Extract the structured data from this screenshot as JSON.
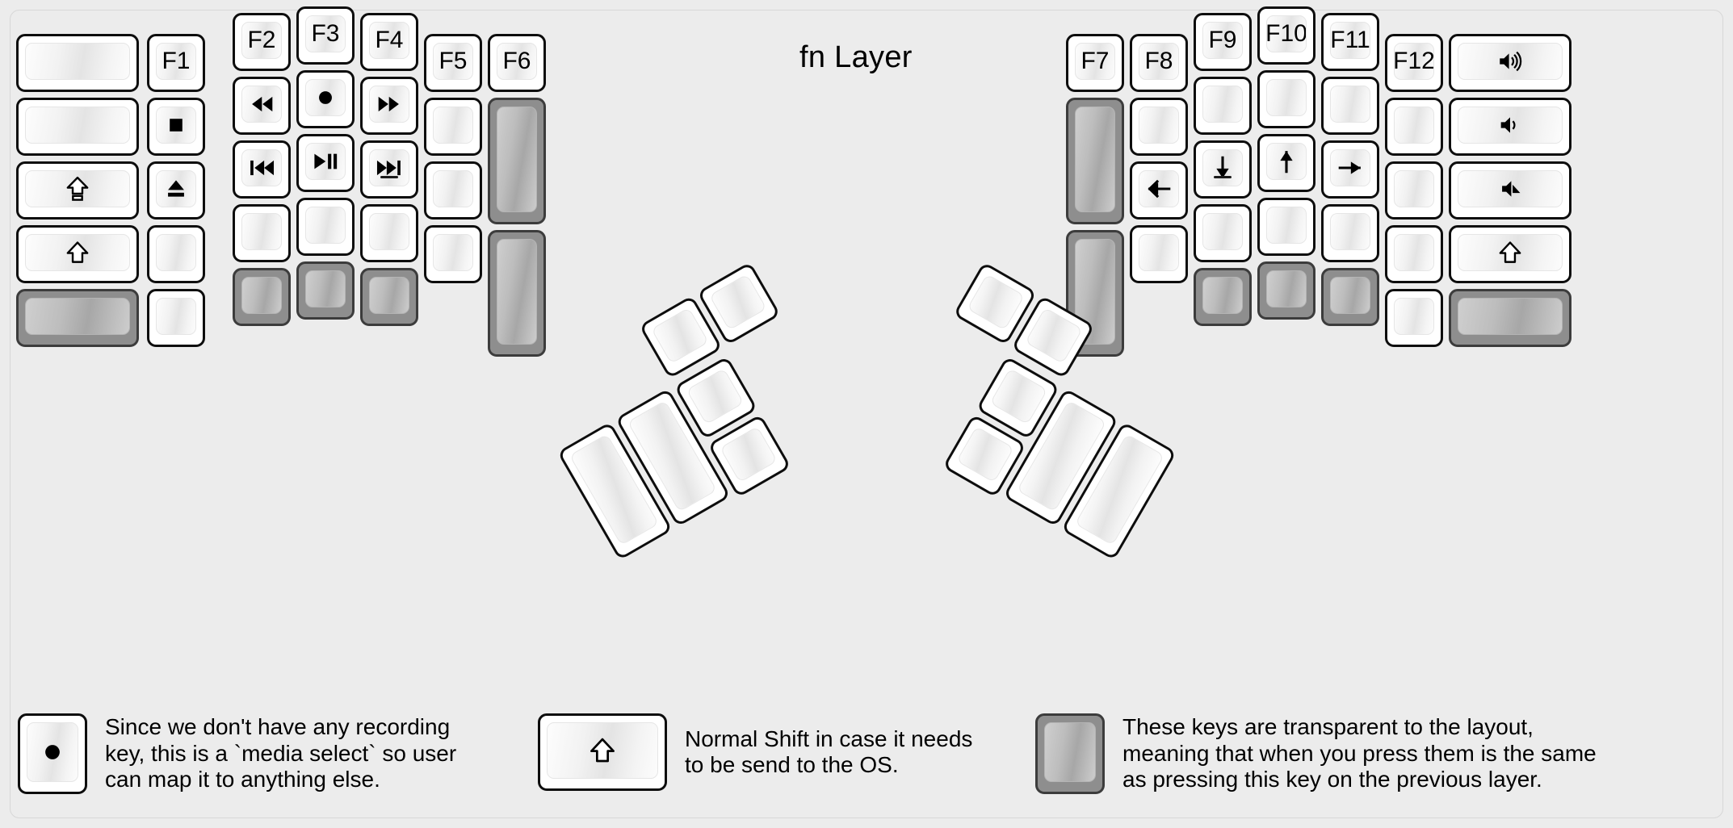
{
  "page": {
    "title": "fn Layer",
    "background_color": "#ececec",
    "key_fill": "#ffffff",
    "transparent_key_fill": "#9a9a9a",
    "outline_color": "#0d0d0d"
  },
  "left_half": {
    "columns": [
      {
        "name": "col-pinky-outer",
        "keys": [
          {
            "label": "",
            "icon": "",
            "type": "normal"
          },
          {
            "label": "",
            "icon": "",
            "type": "normal"
          },
          {
            "label": "",
            "icon": "caps-lock-icon",
            "type": "normal"
          },
          {
            "label": "",
            "icon": "shift-icon",
            "type": "normal"
          },
          {
            "label": "",
            "icon": "",
            "type": "transparent"
          }
        ]
      },
      {
        "name": "col-pinky",
        "keys": [
          {
            "label": "F1",
            "icon": "",
            "type": "normal"
          },
          {
            "label": "",
            "icon": "media-stop-icon",
            "type": "normal"
          },
          {
            "label": "",
            "icon": "media-eject-icon",
            "type": "normal"
          },
          {
            "label": "",
            "icon": "",
            "type": "normal"
          },
          {
            "label": "",
            "icon": "",
            "type": "normal"
          }
        ]
      },
      {
        "name": "col-ring",
        "keys": [
          {
            "label": "F2",
            "icon": "",
            "type": "normal"
          },
          {
            "label": "",
            "icon": "media-rewind-icon",
            "type": "normal"
          },
          {
            "label": "",
            "icon": "media-previous-icon",
            "type": "normal"
          },
          {
            "label": "",
            "icon": "",
            "type": "normal"
          },
          {
            "label": "",
            "icon": "",
            "type": "transparent"
          }
        ]
      },
      {
        "name": "col-middle",
        "keys": [
          {
            "label": "F3",
            "icon": "",
            "type": "normal"
          },
          {
            "label": "",
            "icon": "media-record-icon",
            "type": "normal"
          },
          {
            "label": "",
            "icon": "media-play-pause-icon",
            "type": "normal"
          },
          {
            "label": "",
            "icon": "",
            "type": "normal"
          },
          {
            "label": "",
            "icon": "",
            "type": "transparent"
          }
        ]
      },
      {
        "name": "col-index",
        "keys": [
          {
            "label": "F4",
            "icon": "",
            "type": "normal"
          },
          {
            "label": "",
            "icon": "media-fast-forward-icon",
            "type": "normal"
          },
          {
            "label": "",
            "icon": "media-next-icon",
            "type": "normal",
            "homing": true
          },
          {
            "label": "",
            "icon": "",
            "type": "normal"
          },
          {
            "label": "",
            "icon": "",
            "type": "transparent"
          }
        ]
      },
      {
        "name": "col-inner",
        "keys": [
          {
            "label": "F5",
            "icon": "",
            "type": "normal"
          },
          {
            "label": "",
            "icon": "",
            "type": "normal"
          },
          {
            "label": "",
            "icon": "",
            "type": "normal"
          },
          {
            "label": "",
            "icon": "",
            "type": "normal"
          }
        ]
      },
      {
        "name": "col-innermost",
        "keys": [
          {
            "label": "F6",
            "icon": "",
            "type": "normal"
          },
          {
            "label": "",
            "icon": "",
            "type": "transparent",
            "tall": true
          },
          {
            "label": "",
            "icon": "",
            "type": "transparent",
            "tall": true
          }
        ]
      }
    ],
    "thumb_cluster": {
      "name": "left-thumb-cluster",
      "keys": [
        {
          "label": "",
          "icon": "",
          "type": "normal",
          "shape": "2u-vertical"
        },
        {
          "label": "",
          "icon": "",
          "type": "normal",
          "shape": "2u-vertical"
        },
        {
          "label": "",
          "icon": "",
          "type": "normal",
          "shape": "1u"
        },
        {
          "label": "",
          "icon": "",
          "type": "normal",
          "shape": "1u"
        },
        {
          "label": "",
          "icon": "",
          "type": "normal",
          "shape": "1u"
        },
        {
          "label": "",
          "icon": "",
          "type": "normal",
          "shape": "1u"
        }
      ]
    }
  },
  "right_half": {
    "columns": [
      {
        "name": "col-innermost",
        "keys": [
          {
            "label": "F7",
            "icon": "",
            "type": "normal"
          },
          {
            "label": "",
            "icon": "",
            "type": "transparent",
            "tall": true
          },
          {
            "label": "",
            "icon": "",
            "type": "transparent",
            "tall": true
          }
        ]
      },
      {
        "name": "col-inner",
        "keys": [
          {
            "label": "F8",
            "icon": "",
            "type": "normal"
          },
          {
            "label": "",
            "icon": "",
            "type": "normal"
          },
          {
            "label": "",
            "icon": "arrow-left-icon",
            "type": "normal"
          },
          {
            "label": "",
            "icon": "",
            "type": "normal"
          }
        ]
      },
      {
        "name": "col-index",
        "keys": [
          {
            "label": "F9",
            "icon": "",
            "type": "normal"
          },
          {
            "label": "",
            "icon": "",
            "type": "normal"
          },
          {
            "label": "",
            "icon": "arrow-down-icon",
            "type": "normal",
            "homing": true
          },
          {
            "label": "",
            "icon": "",
            "type": "normal"
          },
          {
            "label": "",
            "icon": "",
            "type": "transparent"
          }
        ]
      },
      {
        "name": "col-middle",
        "keys": [
          {
            "label": "F10",
            "icon": "",
            "type": "normal"
          },
          {
            "label": "",
            "icon": "",
            "type": "normal"
          },
          {
            "label": "",
            "icon": "arrow-up-icon",
            "type": "normal"
          },
          {
            "label": "",
            "icon": "",
            "type": "normal"
          },
          {
            "label": "",
            "icon": "",
            "type": "transparent"
          }
        ]
      },
      {
        "name": "col-ring",
        "keys": [
          {
            "label": "F11",
            "icon": "",
            "type": "normal"
          },
          {
            "label": "",
            "icon": "",
            "type": "normal"
          },
          {
            "label": "",
            "icon": "arrow-right-icon",
            "type": "normal"
          },
          {
            "label": "",
            "icon": "",
            "type": "normal"
          },
          {
            "label": "",
            "icon": "",
            "type": "transparent"
          }
        ]
      },
      {
        "name": "col-pinky",
        "keys": [
          {
            "label": "F12",
            "icon": "",
            "type": "normal"
          },
          {
            "label": "",
            "icon": "",
            "type": "normal"
          },
          {
            "label": "",
            "icon": "",
            "type": "normal"
          },
          {
            "label": "",
            "icon": "",
            "type": "normal"
          },
          {
            "label": "",
            "icon": "",
            "type": "normal"
          }
        ]
      },
      {
        "name": "col-pinky-outer",
        "keys": [
          {
            "label": "",
            "icon": "volume-up-icon",
            "type": "normal"
          },
          {
            "label": "",
            "icon": "volume-down-icon",
            "type": "normal"
          },
          {
            "label": "",
            "icon": "volume-mute-icon",
            "type": "normal"
          },
          {
            "label": "",
            "icon": "shift-icon",
            "type": "normal"
          },
          {
            "label": "",
            "icon": "",
            "type": "transparent"
          }
        ]
      }
    ],
    "thumb_cluster": {
      "name": "right-thumb-cluster",
      "keys": [
        {
          "label": "",
          "icon": "",
          "type": "normal",
          "shape": "2u-vertical"
        },
        {
          "label": "",
          "icon": "",
          "type": "normal",
          "shape": "2u-vertical"
        },
        {
          "label": "",
          "icon": "",
          "type": "normal",
          "shape": "1u"
        },
        {
          "label": "",
          "icon": "",
          "type": "normal",
          "shape": "1u"
        },
        {
          "label": "",
          "icon": "",
          "type": "normal",
          "shape": "1u"
        },
        {
          "label": "",
          "icon": "",
          "type": "normal",
          "shape": "1u"
        }
      ]
    }
  },
  "legend": [
    {
      "key_icon": "media-record-icon",
      "key_type": "normal",
      "text": "Since we don't have any recording\nkey, this is a `media select` so user\ncan map it to anything else."
    },
    {
      "key_icon": "shift-icon",
      "key_type": "normal",
      "text": "Normal Shift in case it needs\nto be send to the OS."
    },
    {
      "key_icon": "",
      "key_type": "transparent",
      "text": "These keys are transparent to the layout,\nmeaning that when you press them is the same\nas pressing this key on the previous layer."
    }
  ]
}
